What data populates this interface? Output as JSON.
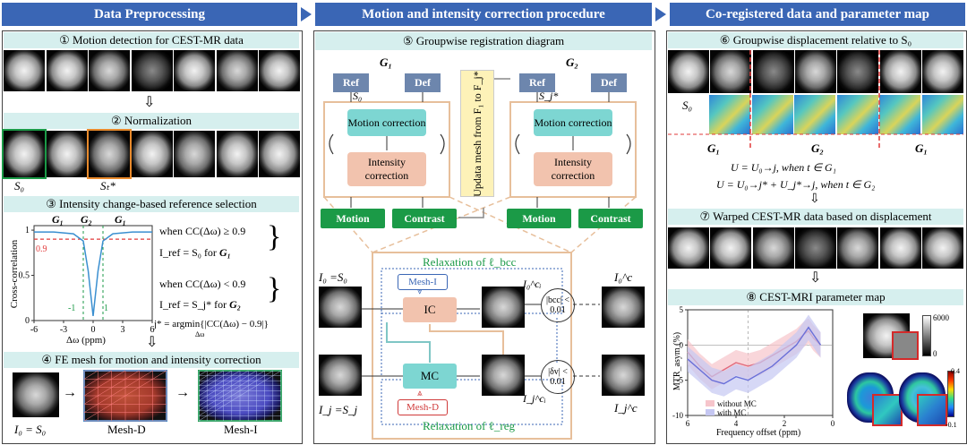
{
  "headers": {
    "left": "Data Preprocessing",
    "middle": "Motion and intensity correction procedure",
    "right": "Co-registered data and parameter map"
  },
  "left": {
    "step1": "① Motion detection for CEST-MR data",
    "step2": "② Normalization",
    "s0": "S₀",
    "st": "Sₜ*",
    "step3": "③ Intensity change-based reference selection",
    "g1a": "G₁",
    "g2": "G₂",
    "g1b": "G₁",
    "red_level": "0.9",
    "ylabel": "Cross-correlation",
    "xlabel": "Δω (ppm)",
    "xticks": [
      "-6",
      "-3",
      "0",
      "3",
      "6"
    ],
    "yticks": [
      "1",
      "0.5",
      "0"
    ],
    "mark_neg1": "-1",
    "mark_pos1": "1",
    "rule1_cond": "when CC(Δω) ≥ 0.9",
    "rule1_ref": "I_ref = S₀ for",
    "rule1_group": "G₁",
    "rule2_cond": "when CC(Δω) < 0.9",
    "rule2_ref": "I_ref = S_j* for",
    "rule2_group": "G₂",
    "argmin": "j* = argmin{|CC(Δω) − 0.9|}",
    "argmin_sub": "Δω",
    "step4": "④ FE mesh for motion and intensity correction",
    "i0": "I₀ = S₀",
    "meshd": "Mesh-D",
    "meshi": "Mesh-I"
  },
  "middle": {
    "step5": "⑤ Groupwise registration diagram",
    "g1": "G₁",
    "g2": "G₂",
    "ref": "Ref",
    "def": "Def",
    "s0": "S₀",
    "sj": "S_j*",
    "motion_correction": "Motion correction",
    "intensity_correction": "Intensity correction",
    "update_mesh": "Updata mesh from F₁ to F_j*",
    "motion": "Motion",
    "contrast": "Contrast",
    "relax_bcc": "Relaxation of ℓ_bcc",
    "relax_reg": "Relaxation of ℓ_reg",
    "mesh_i": "Mesh-I",
    "mesh_d": "Mesh-D",
    "ic": "IC",
    "mc": "MC",
    "i0": "I₀ =S₀",
    "ij": "I_j =S_j",
    "i0c_i": "I₀^cᵢ",
    "ijc_i": "I_j^cᵢ",
    "i0c": "I₀^c",
    "ijc": "I_j^c",
    "bcc_cond": "|bcc| < 0.01",
    "dv_cond": "|δv| < 0.01"
  },
  "right": {
    "step6": "⑥ Groupwise displacement relative to S₀",
    "s0": "S₀",
    "g1a": "G₁",
    "g2": "G₂",
    "g1b": "G₁",
    "eq1": "U = U₀→j,  when t ∈ G₁",
    "eq2": "U = U₀→j* + U_j*→j,  when t ∈ G₂",
    "step7": "⑦ Warped CEST-MR data based on displacement",
    "step8": "⑧ CEST-MRI parameter map",
    "ylabel": "MTR_asym (%)",
    "xlabel": "Frequency offset (ppm)",
    "xticks": [
      "6",
      "4",
      "2",
      "0"
    ],
    "yticks": [
      "5",
      "0",
      "-5",
      "-10"
    ],
    "legend_without": "without MC",
    "legend_with": "with MC",
    "cbar_top_max": "6000",
    "cbar_top_min": "0",
    "cbar_max": "0.4",
    "cbar_min": "-0.1"
  },
  "colors": {
    "header": "#3a66b5",
    "step_bg": "#d6efee",
    "ref_box": "#6d86ad",
    "mc_box": "#7dd6d2",
    "ic_box": "#f2c3ae",
    "green_box": "#1b9a47",
    "peach_border": "#e7bf9b",
    "red_dash": "#e23a3a",
    "green_dash": "#1b9a47"
  },
  "chart_cc": {
    "type": "line",
    "x": [
      -6,
      -4,
      -2,
      -1,
      -0.5,
      0,
      0.5,
      1,
      2,
      4,
      6
    ],
    "y": [
      0.98,
      0.98,
      0.96,
      0.88,
      0.55,
      0.05,
      0.55,
      0.88,
      0.96,
      0.98,
      0.98
    ],
    "threshold": 0.9,
    "xlim": [
      -6,
      6
    ],
    "ylim": [
      0,
      1.05
    ]
  },
  "chart_mtr": {
    "type": "line",
    "x": [
      6,
      5.5,
      5,
      4.5,
      4,
      3.5,
      3,
      2.5,
      2,
      1.5,
      1.2,
      1,
      0.8,
      0.5
    ],
    "series": [
      {
        "name": "without MC",
        "values": [
          -1,
          -3,
          -4.5,
          -3.5,
          -2.5,
          -3,
          -2.5,
          -1.5,
          -0.5,
          0.5,
          1.5,
          2,
          1,
          0
        ]
      },
      {
        "name": "with MC",
        "values": [
          -2,
          -3.5,
          -5,
          -5.5,
          -4.5,
          -5,
          -4,
          -3,
          -1.5,
          0,
          1.5,
          2.5,
          1.5,
          0
        ]
      }
    ],
    "xlim": [
      6,
      0
    ],
    "ylim": [
      -10,
      5
    ]
  }
}
